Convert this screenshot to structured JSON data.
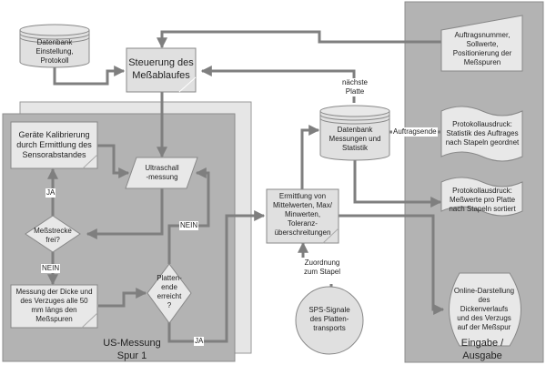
{
  "colors": {
    "background": "#ffffff",
    "panel_dark": "#b3b3b3",
    "panel_light": "#e6e6e6",
    "box_fill": "#e8e8e8",
    "connector": "#7f7f7f",
    "text": "#222222"
  },
  "panels": {
    "measurement": {
      "title": "US-Messung\nSpur 1"
    },
    "io": {
      "title": "Eingabe /\nAusgabe"
    }
  },
  "nodes": {
    "db_settings": {
      "label": "Datenbank\nEinstellung,\nProtokoll",
      "shape": "database"
    },
    "control": {
      "label": "Steuerung des\nMeßablaufes",
      "shape": "process"
    },
    "calibration": {
      "label": "Geräte Kalibrierung\ndurch Ermittlung des\nSensorabstandes",
      "shape": "process"
    },
    "ultrasound": {
      "label": "Ultraschall\n-messung",
      "shape": "data"
    },
    "path_free": {
      "label": "Meßstrecke\nfrei?",
      "shape": "decision"
    },
    "measure_thickness": {
      "label": "Messung der Dicke und\ndes Verzuges alle 50\nmm längs den\nMeßspuren",
      "shape": "process"
    },
    "plate_end": {
      "label": "Platten-\nende\nerreicht\n?",
      "shape": "decision"
    },
    "calc_stats": {
      "label": "Ermittlung von\nMittelwerten,  Max/\nMinwerten,\nToleranz-\nüberschreitungen",
      "shape": "process"
    },
    "db_measurements": {
      "label": "Datenbank\nMessungen und\nStatistik",
      "shape": "database"
    },
    "plc_signals": {
      "label": "SPS-Signale\ndes Platten-\ntransports",
      "shape": "circle"
    },
    "order_input": {
      "label": "Auftragsnummer,\nSollwerte,\nPositionierung der\nMeßspuren",
      "shape": "manual-input"
    },
    "report_stats": {
      "label": "Protokollausdruck:\nStatistik des Auftrages\nnach Stapeln geordnet",
      "shape": "document"
    },
    "report_values": {
      "label": "Protokollausdruck:\nMeßwerte pro Platte\nnach Stapeln sortiert",
      "shape": "document"
    },
    "online_display": {
      "label": "Online-Darstellung\ndes\nDickenverlaufs\nund des Verzugs\nauf der Meßspur",
      "shape": "display"
    }
  },
  "edge_labels": {
    "yes_calibration": "JA",
    "no_path": "NEIN",
    "no_plate_end": "NEIN",
    "yes_plate_end": "JA",
    "next_plate": "nächste\nPlatte",
    "order_end": "Auftragsende",
    "stack_assignment": "Zuordnung\nzum Stapel"
  }
}
